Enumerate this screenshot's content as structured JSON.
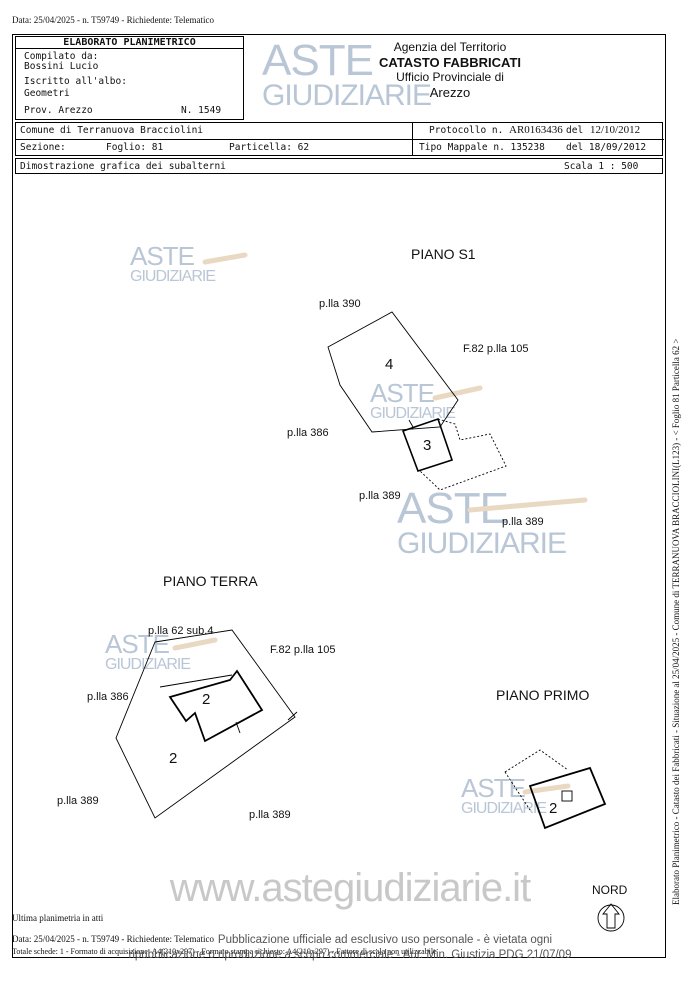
{
  "header_line": "Data: 25/04/2025 - n. T59749 - Richiedente: Telematico",
  "title_box": {
    "heading": "ELABORATO PLANIMETRICO",
    "compiled_by_label": "Compilato da:",
    "compiled_by_name": "Bossini Lucio",
    "registered_label": "Iscritto all'albo:",
    "registered_value": "Geometri",
    "province": "Prov. Arezzo",
    "number": "N. 1549"
  },
  "agency": {
    "line1": "Agenzia del Territorio",
    "line2": "CATASTO FABBRICATI",
    "line3": "Ufficio Provinciale di",
    "line4": "Arezzo"
  },
  "info": {
    "comune": "Comune di Terranuova Bracciolini",
    "sezione": "Sezione:",
    "foglio": "Foglio: 81",
    "particella": "Particella: 62",
    "protocollo_label": "Protocollo n.",
    "protocollo_value": "AR0163436",
    "protocollo_del": "del",
    "protocollo_date": "12/10/2012",
    "tipo_mappale": "Tipo Mappale n. 135238",
    "tipo_del": "del 18/09/2012",
    "dimostrazione": "Dimostrazione grafica dei subalterni",
    "scala": "Scala 1 : 500"
  },
  "plans": {
    "s1_title": "PIANO S1",
    "s1_labels": [
      "p.lla 390",
      "F.82 p.lla 105",
      "p.lla 386",
      "p.lla 389",
      "p.lla 389"
    ],
    "s1_subs": [
      "4",
      "3"
    ],
    "terra_title": "PIANO TERRA",
    "terra_labels": [
      "p.lla 62 sub.4",
      "F.82 p.lla 105",
      "p.lla 386",
      "p.lla 389",
      "p.lla 389"
    ],
    "terra_subs": [
      "2",
      "2"
    ],
    "primo_title": "PIANO PRIMO",
    "primo_sub": "2",
    "nord": "NORD"
  },
  "watermark": {
    "aste": "ASTE",
    "giudiziarie": "GIUDIZIARIE",
    "site": "www.astegiudiziarie.it"
  },
  "footer": {
    "ultima": "Ultima planimetria in atti",
    "line1": "Data: 25/04/2025 - n. T59749 - Richiedente: Telematico",
    "line2": "Totale schede: 1 - Formato di acquisizione: A4(210x297) - Formato stampa richiesto: A4(210x297) - Fattore di scala non utilizzabile",
    "pub1": "Pubblicazione ufficiale ad esclusivo uso personale - è vietata ogni",
    "pub2": "ripubblicazione o riproduzione a scopo commerciale - Aut. Min. Giustizia PDG 21/07/09"
  },
  "side_note": "Elaborato Planimetrico - Catasto dei Fabbricati - Situazione al 25/04/2025 - Comune di TERRANUOVA BRACCIOLINI(L123) - < Foglio 81 Particella 62 >"
}
